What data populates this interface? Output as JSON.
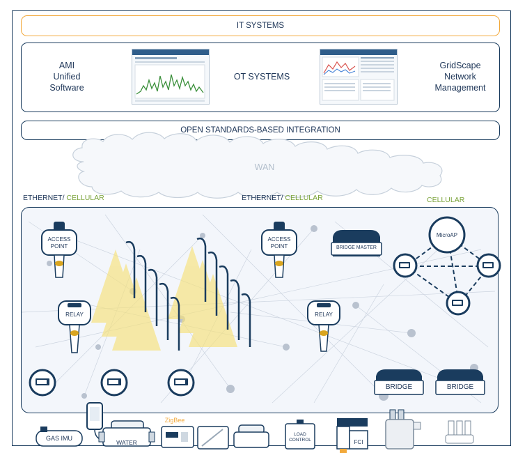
{
  "it_systems": "IT SYSTEMS",
  "ot": {
    "left_line1": "AMI",
    "left_line2": "Unified",
    "left_line3": "Software",
    "center": "OT SYSTEMS",
    "right_line1": "GridScape",
    "right_line2": "Network",
    "right_line3": "Management"
  },
  "integration": "OPEN STANDARDS-BASED INTEGRATION",
  "wan": "WAN",
  "backhaul": {
    "left_a": "ETHERNET/",
    "left_b": " CELLULAR",
    "mid_a": "ETHERNET/",
    "mid_b": " CELLULAR",
    "right": "CELLULAR"
  },
  "devices": {
    "access_point_1a": "ACCESS",
    "access_point_1b": "POINT",
    "access_point_2a": "ACCESS",
    "access_point_2b": "POINT",
    "relay_1": "RELAY",
    "relay_2": "RELAY",
    "bridge_master": "BRIDGE MASTER",
    "micro_ap": "MicroAP",
    "bridge_1": "BRIDGE",
    "bridge_2": "BRIDGE"
  },
  "endpoints": {
    "gas_imu": "GAS IMU",
    "water": "WATER",
    "zigbee": "ZigBee",
    "load_control_a": "LOAD",
    "load_control_b": "CONTROL",
    "fci": "FCI"
  },
  "colors": {
    "navy": "#1a3c5e",
    "orange": "#f2a93b",
    "green": "#7aa33a",
    "light_yellow": "#f7e27a"
  }
}
